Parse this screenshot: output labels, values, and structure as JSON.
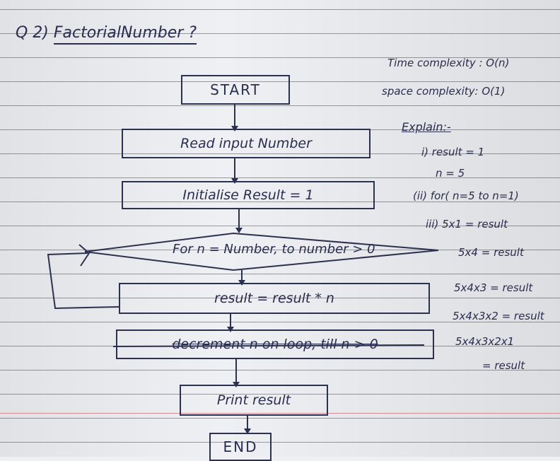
{
  "heading": {
    "number": "Q 2)",
    "name": "FactorialNumber ?"
  },
  "complexity": {
    "time": "Time complexity : O(n)",
    "space": "space complexity: O(1)"
  },
  "flowchart": {
    "start": "START",
    "read": "Read input Number",
    "init": "Initialise Result = 1",
    "loop": "For n = Number, to number > 0",
    "update": "result = result * n",
    "decrement": "decrement n on loop, till n > 0",
    "print": "Print result",
    "end": "END"
  },
  "explanation": {
    "title": "Explain:-",
    "lines": [
      "i) result = 1",
      "n = 5",
      "(ii) for( n=5 to n=1)",
      "iii) 5x1 = result",
      "5x4 = result",
      "5x4x3 = result",
      "5x4x3x2 = result",
      "5x4x3x2x1",
      "= result"
    ]
  }
}
